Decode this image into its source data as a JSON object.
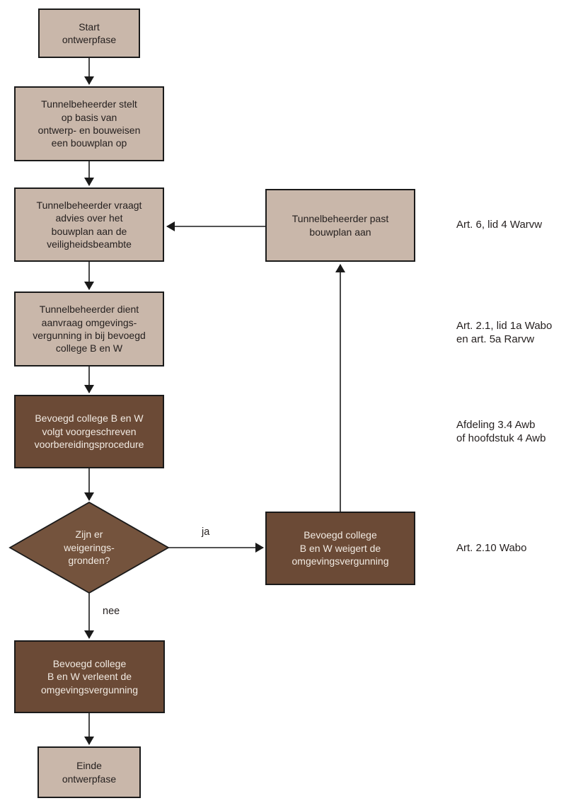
{
  "colors": {
    "background": "#ffffff",
    "light-fill": "#c9b7aa",
    "dark-fill": "#6b4a36",
    "diamond-fill": "#74533d",
    "border": "#1a1a1a",
    "light-text": "#262120",
    "dark-text": "#f1eae2",
    "line": "#1a1a1a"
  },
  "nodes": {
    "start": "Start\nontwerpfase",
    "bouwplan": "Tunnelbeheerder stelt\nop basis van\nontwerp- en bouweisen\neen bouwplan op",
    "advies": "Tunnelbeheerder vraagt\nadvies over het\nbouwplan aan de\nveiligheidsbeambte",
    "past": "Tunnelbeheerder past\nbouwplan aan",
    "aanvraag": "Tunnelbeheerder dient\naanvraag omgevings-\nvergunning in bij bevoegd\ncollege B en W",
    "procedure": "Bevoegd college B en W\nvolgt voorgeschreven\nvoorbereidingsprocedure",
    "beslissing": "Zijn er\nweigerings-\ngronden?",
    "weigert": "Bevoegd college\nB en W weigert de\nomgevingsvergunning",
    "verleent": "Bevoegd college\nB en W verleent de\nomgevingsvergunning",
    "einde": "Einde\nontwerpfase"
  },
  "annotations": {
    "warvw": "Art. 6, lid 4 Warvw",
    "wabo": "Art. 2.1, lid 1a Wabo\nen art. 5a Rarvw",
    "awb": "Afdeling 3.4 Awb\nof hoofdstuk 4 Awb",
    "wabo210": "Art. 2.10 Wabo"
  },
  "edge_labels": {
    "yes": "ja",
    "no": "nee"
  }
}
